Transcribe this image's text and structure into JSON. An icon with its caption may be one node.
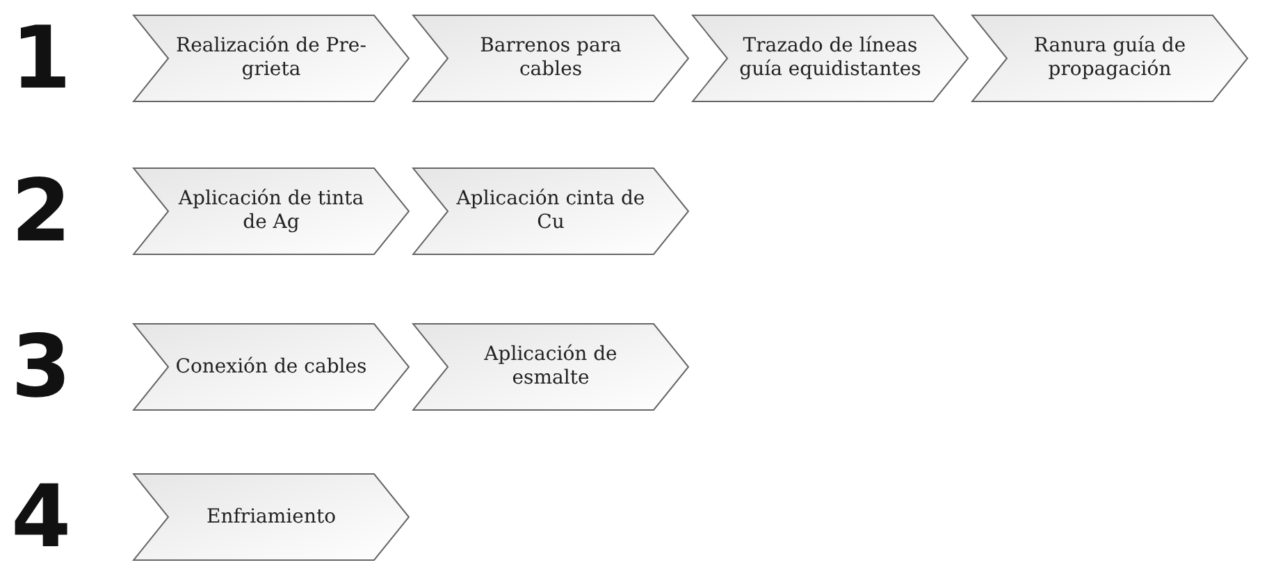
{
  "diagram": {
    "nodes": [
      {
        "text": [
          "Realización de Pre-grieta"
        ]
      },
      {
        "text": [
          "Barrenos para cables"
        ]
      },
      {
        "text": [
          "Trazado de líneas guía equidistantes"
        ]
      },
      {
        "text": [
          "Ranura guía de propagación"
        ]
      },
      {
        "text": [
          "Aplicación de tinta de Ag"
        ]
      },
      {
        "text": [
          "Aplicación cinta de Cu"
        ]
      },
      {
        "text": [
          "Conexión de cables"
        ]
      },
      {
        "text": [
          "Aplicación de esmalte"
        ]
      },
      {
        "text": [
          "Enfriamiento"
        ]
      }
    ],
    "labels": [
      "1",
      "2",
      "3",
      "4"
    ]
  }
}
